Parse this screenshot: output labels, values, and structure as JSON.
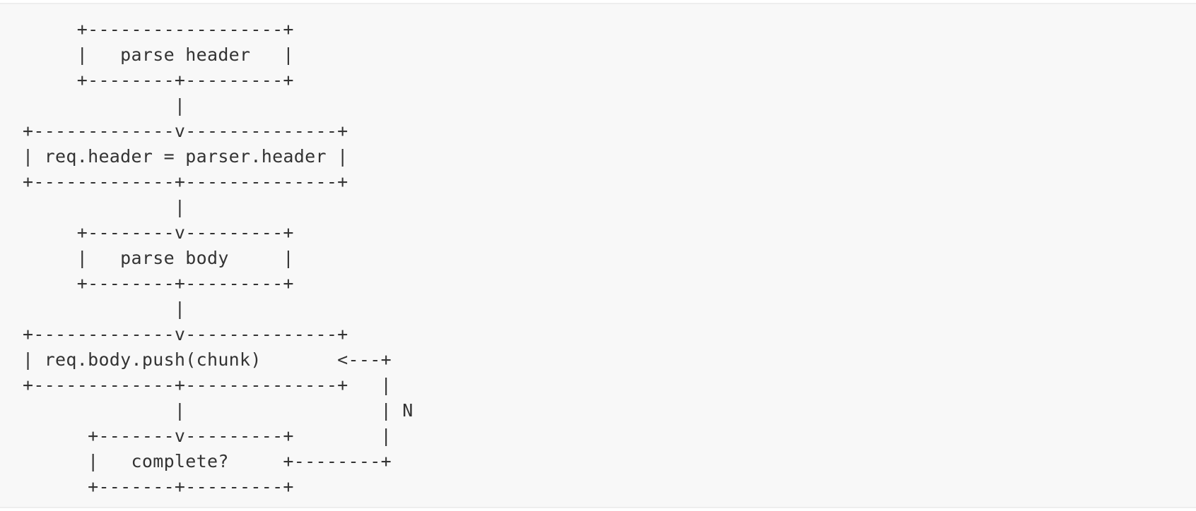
{
  "diagram": {
    "lines": [
      "     +------------------+",
      "     |   parse header   |",
      "     +--------+---------+",
      "              |",
      "+-------------v--------------+",
      "| req.header = parser.header |",
      "+-------------+--------------+",
      "              |",
      "     +--------v---------+",
      "     |   parse body     |",
      "     +--------+---------+",
      "              |",
      "+-------------v--------------+",
      "| req.body.push(chunk)       <---+",
      "+-------------+--------------+   |",
      "              |                  | N",
      "      +-------v---------+        |",
      "      |   complete?     +--------+",
      "      +-------+---------+"
    ]
  }
}
